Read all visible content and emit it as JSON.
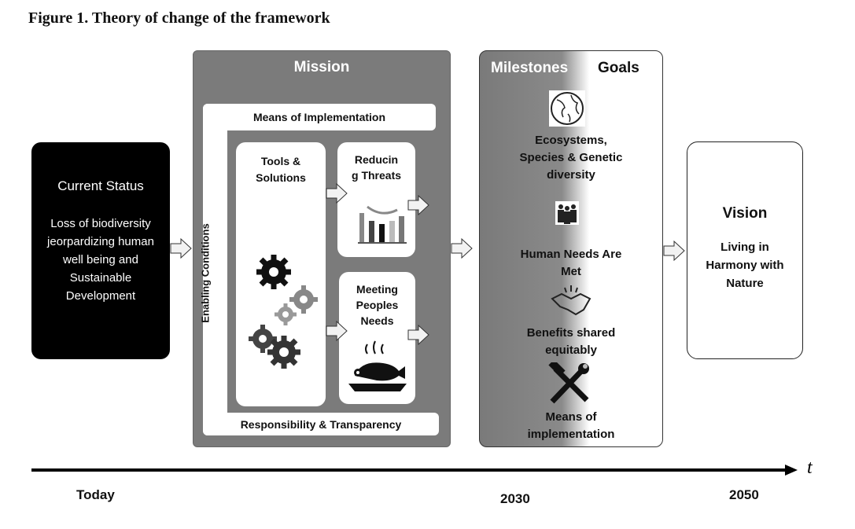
{
  "title": "Figure 1. Theory of change of the framework",
  "current_status": {
    "heading": "Current Status",
    "text": "Loss of biodiversity jeorpardizing human well being and Sustainable Development"
  },
  "mission": {
    "heading": "Mission",
    "means_of_implementation": "Means of Implementation",
    "enabling_conditions": "Enabling Conditions",
    "responsibility": "Responsibility & Transparency",
    "tools": "Tools & Solutions",
    "reducing_threats": "Reducin g Threats",
    "meeting_needs": "Meeting Peoples Needs"
  },
  "milestones": {
    "heading_left": "Milestones",
    "heading_right": "Goals",
    "items": [
      "Ecosystems, Species & Genetic diversity",
      "Human Needs Are Met",
      "Benefits shared equitably",
      "Means of implementation"
    ]
  },
  "vision": {
    "heading": "Vision",
    "text": "Living in Harmony with Nature"
  },
  "timeline": {
    "axis_label": "t",
    "today": "Today",
    "mid": "2030",
    "end": "2050"
  },
  "icons": [
    "gears-icon",
    "bar-chart-icon",
    "food-plate-icon",
    "globe-icon",
    "people-icon",
    "handshake-icon",
    "tools-icon",
    "block-arrow-icon"
  ]
}
